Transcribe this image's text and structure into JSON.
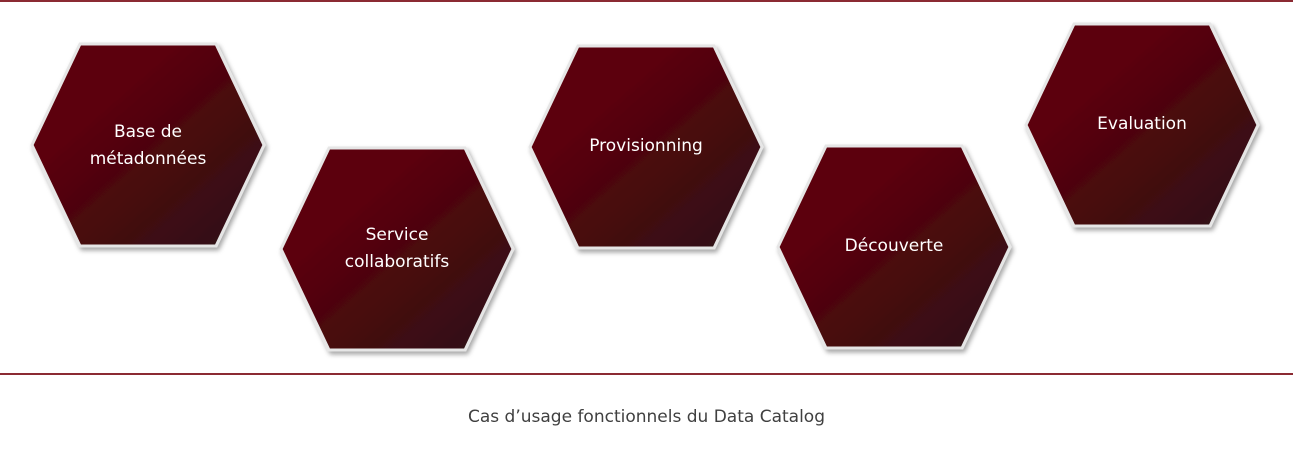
{
  "colors": {
    "rule": "#8b2a32",
    "hex_fill_start": "#5c0008",
    "hex_fill_end": "#2b1518",
    "hex_border": "#e6e6e6",
    "label_text": "#ffffff",
    "caption_text": "#404040"
  },
  "hexagons": [
    {
      "id": "base-de-metadonnees",
      "label": "Base de\nmétadonnées"
    },
    {
      "id": "service-collaboratifs",
      "label": "Service\ncollaboratifs"
    },
    {
      "id": "provisionning",
      "label": "Provisionning"
    },
    {
      "id": "decouverte",
      "label": "Découverte"
    },
    {
      "id": "evaluation",
      "label": "Evaluation"
    }
  ],
  "caption": "Cas d’usage fonctionnels du Data Catalog"
}
